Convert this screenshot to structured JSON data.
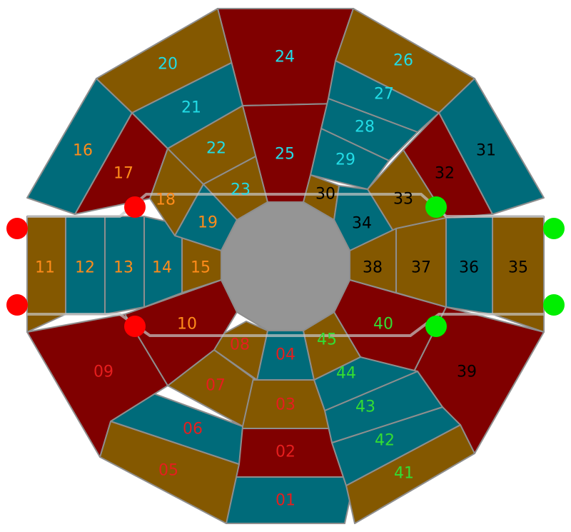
{
  "colors": {
    "red_fill": "#800000",
    "teal_fill": "#006b7a",
    "gold_fill": "#845800",
    "hub_fill": "#959595",
    "stroke": "#8e8e8e",
    "red_text": "#e61e1e",
    "orange_text": "#ff8c1a",
    "cyan_text": "#22dce6",
    "black_text": "#000000",
    "green_text": "#33dd33",
    "red_marker": "#ff0000",
    "green_marker": "#00ee00",
    "track": "#c8c8c8"
  },
  "spaces": [
    {
      "id": "01",
      "label": "01",
      "fill": "teal",
      "text": "red"
    },
    {
      "id": "02",
      "label": "02",
      "fill": "red",
      "text": "red"
    },
    {
      "id": "03",
      "label": "03",
      "fill": "gold",
      "text": "red"
    },
    {
      "id": "04",
      "label": "04",
      "fill": "teal",
      "text": "red"
    },
    {
      "id": "05",
      "label": "05",
      "fill": "gold",
      "text": "red"
    },
    {
      "id": "06",
      "label": "06",
      "fill": "teal",
      "text": "red"
    },
    {
      "id": "07",
      "label": "07",
      "fill": "gold",
      "text": "red"
    },
    {
      "id": "08",
      "label": "08",
      "fill": "gold",
      "text": "red"
    },
    {
      "id": "09",
      "label": "09",
      "fill": "red",
      "text": "red"
    },
    {
      "id": "10",
      "label": "10",
      "fill": "red",
      "text": "orange"
    },
    {
      "id": "11",
      "label": "11",
      "fill": "gold",
      "text": "orange"
    },
    {
      "id": "12",
      "label": "12",
      "fill": "teal",
      "text": "orange"
    },
    {
      "id": "13",
      "label": "13",
      "fill": "teal",
      "text": "orange"
    },
    {
      "id": "14",
      "label": "14",
      "fill": "teal",
      "text": "orange"
    },
    {
      "id": "15",
      "label": "15",
      "fill": "gold",
      "text": "orange"
    },
    {
      "id": "16",
      "label": "16",
      "fill": "teal",
      "text": "orange"
    },
    {
      "id": "17",
      "label": "17",
      "fill": "red",
      "text": "orange"
    },
    {
      "id": "18",
      "label": "18",
      "fill": "gold",
      "text": "orange"
    },
    {
      "id": "19",
      "label": "19",
      "fill": "teal",
      "text": "orange"
    },
    {
      "id": "20",
      "label": "20",
      "fill": "gold",
      "text": "cyan"
    },
    {
      "id": "21",
      "label": "21",
      "fill": "teal",
      "text": "cyan"
    },
    {
      "id": "22",
      "label": "22",
      "fill": "gold",
      "text": "cyan"
    },
    {
      "id": "23",
      "label": "23",
      "fill": "gold",
      "text": "cyan"
    },
    {
      "id": "24",
      "label": "24",
      "fill": "red",
      "text": "cyan"
    },
    {
      "id": "25",
      "label": "25",
      "fill": "red",
      "text": "cyan"
    },
    {
      "id": "26",
      "label": "26",
      "fill": "gold",
      "text": "cyan"
    },
    {
      "id": "27",
      "label": "27",
      "fill": "teal",
      "text": "cyan"
    },
    {
      "id": "28",
      "label": "28",
      "fill": "teal",
      "text": "cyan"
    },
    {
      "id": "29",
      "label": "29",
      "fill": "teal",
      "text": "cyan"
    },
    {
      "id": "30",
      "label": "30",
      "fill": "gold",
      "text": "black"
    },
    {
      "id": "31",
      "label": "31",
      "fill": "teal",
      "text": "black"
    },
    {
      "id": "32",
      "label": "32",
      "fill": "red",
      "text": "black"
    },
    {
      "id": "33",
      "label": "33",
      "fill": "gold",
      "text": "black"
    },
    {
      "id": "34",
      "label": "34",
      "fill": "teal",
      "text": "black"
    },
    {
      "id": "35",
      "label": "35",
      "fill": "gold",
      "text": "black"
    },
    {
      "id": "36",
      "label": "36",
      "fill": "teal",
      "text": "black"
    },
    {
      "id": "37",
      "label": "37",
      "fill": "gold",
      "text": "black"
    },
    {
      "id": "38",
      "label": "38",
      "fill": "gold",
      "text": "black"
    },
    {
      "id": "39",
      "label": "39",
      "fill": "red",
      "text": "black"
    },
    {
      "id": "40",
      "label": "40",
      "fill": "red",
      "text": "green"
    },
    {
      "id": "41",
      "label": "41",
      "fill": "gold",
      "text": "green"
    },
    {
      "id": "42",
      "label": "42",
      "fill": "teal",
      "text": "green"
    },
    {
      "id": "43",
      "label": "43",
      "fill": "teal",
      "text": "green"
    },
    {
      "id": "44",
      "label": "44",
      "fill": "teal",
      "text": "green"
    },
    {
      "id": "45",
      "label": "45",
      "fill": "gold",
      "text": "green"
    }
  ],
  "markers": [
    {
      "id": "red-outer-top",
      "color": "red"
    },
    {
      "id": "red-outer-bottom",
      "color": "red"
    },
    {
      "id": "red-inner-top",
      "color": "red"
    },
    {
      "id": "red-inner-bottom",
      "color": "red"
    },
    {
      "id": "green-outer-top",
      "color": "green"
    },
    {
      "id": "green-outer-bottom",
      "color": "green"
    },
    {
      "id": "green-inner-top",
      "color": "green"
    },
    {
      "id": "green-inner-bottom",
      "color": "green"
    }
  ]
}
